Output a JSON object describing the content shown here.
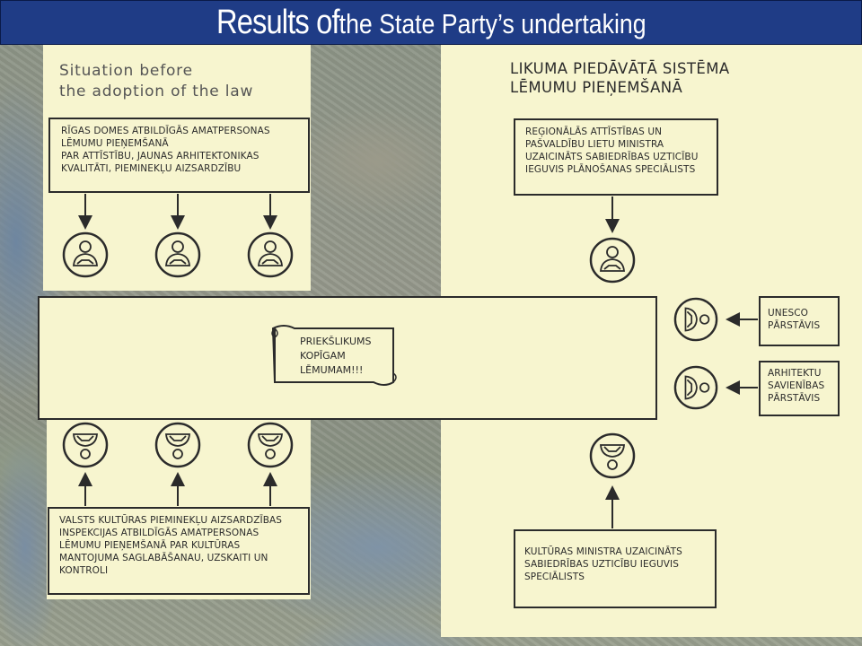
{
  "title": {
    "part1": "Results of",
    "part2": " the State Party’s undertaking"
  },
  "left": {
    "situation_line1": "Situation before",
    "situation_line2": "the adoption of the law",
    "top_box": [
      "RĪGAS DOMES ATBILDĪGĀS AMATPERSONAS",
      "LĒMUMU PIEŅEMŠANĀ",
      "PAR ATTĪSTĪBU, JAUNAS ARHITEKTONIKAS",
      "KVALITĀTI, PIEMINEKĻU AIZSARDZĪBU"
    ],
    "bottom_box": [
      "VALSTS KULTŪRAS PIEMINEKĻU AIZSARDZĪBAS",
      "INSPEKCIJAS ATBILDĪGĀS AMATPERSONAS",
      "LĒMUMU PIEŅEMŠANĀ PAR KULTŪRAS",
      "MANTOJUMA SAGLABĀŠANAU, UZSKAITI UN",
      "KONTROLI"
    ]
  },
  "right": {
    "heading_line1": "LIKUMA PIEDĀVĀTĀ SISTĒMA",
    "heading_line2": "LĒMUMU PIEŅEMŠANĀ",
    "top_box": [
      "REĢIONĀLĀS ATTĪSTĪBAS UN",
      "PAŠVALDĪBU LIETU MINISTRA",
      "UZAICINĀTS SABIEDRĪBAS UZTICĪBU",
      "IEGUVIS PLĀNOŠANAS SPECIĀLISTS"
    ],
    "unesco_box": [
      "UNESCO",
      "PĀRSTĀVIS"
    ],
    "architects_box": [
      "ARHITEKTU",
      "SAVIENĪBAS",
      "PĀRSTĀVIS"
    ],
    "bottom_box": [
      "KULTŪRAS MINISTRA UZAICINĀTS",
      "SABIEDRĪBAS UZTICĪBU IEGUVIS",
      "SPECIĀLISTS"
    ]
  },
  "center": {
    "scroll_text": [
      "PRIEKŠLIKUMS",
      "KOPĪGAM",
      "LĒMUMAM!!!"
    ]
  },
  "colors": {
    "title_bar": "#1f3c86",
    "panel": "#f7f5cf",
    "ink": "#2b2b2b"
  }
}
